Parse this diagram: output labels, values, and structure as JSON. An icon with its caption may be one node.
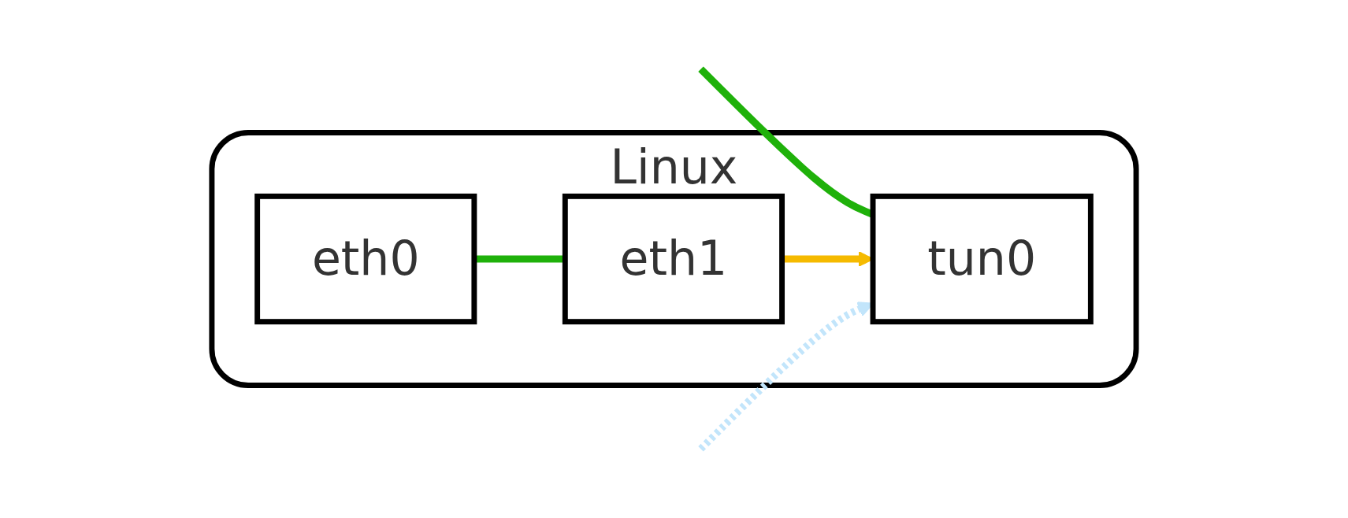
{
  "diagram": {
    "nodes": [
      {
        "text": [
          "Linux"
        ]
      },
      {
        "text": [
          "eth0"
        ],
        "in": 0
      },
      {
        "text": [
          "tun0"
        ],
        "in": 0
      },
      {
        "text": [
          "eth1"
        ],
        "in": 0
      }
    ],
    "edges": [
      {
        "from": null,
        "to": 2,
        "arrow": "none",
        "color": "#1fb10a"
      },
      {
        "from": 1,
        "to": 3,
        "arrow": "none",
        "color": "#1fb10a"
      },
      {
        "from": 3,
        "to": 2,
        "arrow": "to",
        "color": "#f5ba00"
      },
      {
        "from": null,
        "to": 2,
        "arrow": "to",
        "style": "dashed",
        "color": "#c2e5fb"
      }
    ]
  }
}
